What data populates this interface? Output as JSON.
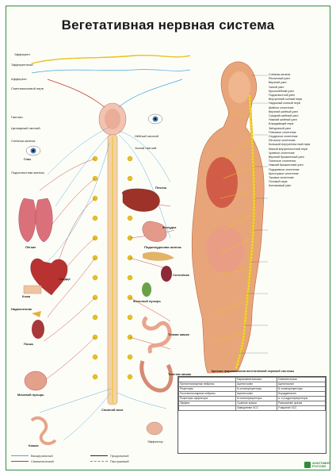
{
  "title": "Вегетативная нервная система",
  "left_labels": [
    {
      "text": "Эфферент",
      "bold": false
    },
    {
      "text": "Эфферентный",
      "bold": false
    },
    {
      "text": "Афферент",
      "bold": false
    },
    {
      "text": "Спинномозговой нерв",
      "bold": false
    },
    {
      "text": "Ганглии",
      "bold": false
    },
    {
      "text": "Цилиарный ганглий",
      "bold": false
    },
    {
      "text": "Слёзная железа",
      "bold": false
    },
    {
      "text": "Глаз",
      "bold": true
    },
    {
      "text": "Подчелюстная железа",
      "bold": false
    },
    {
      "text": "Лёгкие",
      "bold": true
    },
    {
      "text": "Сердце",
      "bold": true
    },
    {
      "text": "Кожа",
      "bold": true
    },
    {
      "text": "Надпочечник",
      "bold": true
    },
    {
      "text": "Почка",
      "bold": true
    },
    {
      "text": "Мочевой пузырь",
      "bold": true
    },
    {
      "text": "Кишка",
      "bold": true
    }
  ],
  "center_labels": [
    {
      "text": "Нёбный ганглий",
      "bold": false
    },
    {
      "text": "Ушной ганглий",
      "bold": false
    },
    {
      "text": "Печень",
      "bold": true
    },
    {
      "text": "Желудок",
      "bold": true
    },
    {
      "text": "Поджелудочная железа",
      "bold": true
    },
    {
      "text": "Селезёнка",
      "bold": true
    },
    {
      "text": "Желчный пузырь",
      "bold": true
    },
    {
      "text": "Тонкая кишка",
      "bold": true
    },
    {
      "text": "Толстая кишка",
      "bold": true
    },
    {
      "text": "Спинной мозг",
      "bold": true
    },
    {
      "text": "Эффектор",
      "bold": false
    }
  ],
  "right_list": [
    "Слёзная железа",
    "Ресничный узел",
    "Верхний узел",
    "Ушной узел",
    "Крылонёбный узел",
    "Подчелюстной узел",
    "Внутренний сонный нерв",
    "Наружный сонный нерв",
    "Шейное сплетение",
    "Верхний шейный узел",
    "Средний шейный узел",
    "Нижний шейный узел",
    "Блуждающий нерв",
    "Звёздчатый узел",
    "Плечевое сплетение",
    "Сердечное сплетение",
    "Лёгочное сплетение",
    "Большой внутренностный нерв",
    "Малый внутренностный нерв",
    "Чревное сплетение",
    "Верхний брыжеечный узел",
    "Почечное сплетение",
    "Нижний брыжеечный узел",
    "Подчревное сплетение",
    "Крестцовое сплетение",
    "Тазовое сплетение",
    "Половой нерв",
    "Копчиковый узел"
  ],
  "table": {
    "caption": "Краткая фармакология вегетативной нервной системы",
    "header": [
      "",
      "Парасимпатическая",
      "Симпатическая"
    ],
    "rows": [
      [
        "Преганглионарные нейроны",
        "Ацетилхолин",
        "Ацетилхолин"
      ],
      [
        "Рецепторы",
        "N-холинорецепторы",
        "N-холинорецепторы"
      ],
      [
        "Постганглионарные нейроны",
        "Ацетилхолин",
        "Норадреналин"
      ],
      [
        "Рецепторы эффектора",
        "M-холинорецепторы",
        "α- и β-адренорецепторы"
      ],
      [
        "Эффект",
        "Сужение зрачка",
        "Расширение зрачка"
      ],
      [
        "",
        "Замедление ЧСС",
        "Учащение ЧСС"
      ]
    ]
  },
  "legend": {
    "items": [
      {
        "label": "Висцеральный",
        "color": "#4aa8d8"
      },
      {
        "label": "Продольный",
        "color": "#2a2a2a"
      },
      {
        "label": "Симпатический",
        "color": "#c0392b"
      },
      {
        "label": "Пастушевый",
        "color": "#888888"
      }
    ]
  },
  "logo": {
    "line1": "АНАТОМИЯ",
    "line2": "РОССИИ"
  },
  "colors": {
    "border": "#2f8c3a",
    "nerve_yellow": "#e8c21a",
    "sympathetic": "#c0392b",
    "parasympathetic": "#4aa8d8",
    "skin": "#e9a57a",
    "organ_red": "#c8463a",
    "organ_pink": "#e99a8a"
  }
}
